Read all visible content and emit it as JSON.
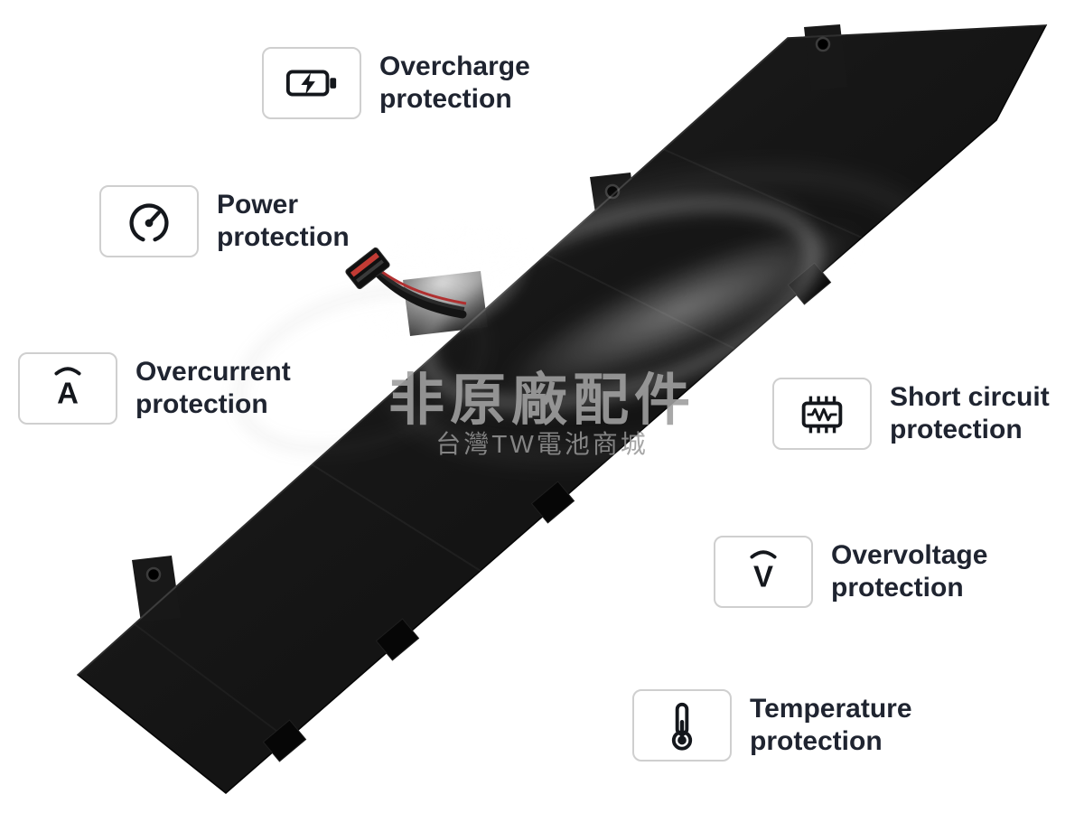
{
  "watermark": {
    "title": "非原廠配件",
    "subtitle": "台灣TW電池商城"
  },
  "features": [
    {
      "name": "overcharge-protection",
      "icon": "battery-lightning-icon",
      "line1": "Overcharge",
      "line2": "protection"
    },
    {
      "name": "power-protection",
      "icon": "power-gauge-icon",
      "line1": "Power",
      "line2": "protection"
    },
    {
      "name": "overcurrent-protection",
      "icon": "ampere-icon",
      "line1": "Overcurrent",
      "line2": "protection"
    },
    {
      "name": "short-circuit-protection",
      "icon": "circuit-chip-icon",
      "line1": "Short circuit",
      "line2": "protection"
    },
    {
      "name": "overvoltage-protection",
      "icon": "voltage-icon",
      "line1": "Overvoltage",
      "line2": "protection"
    },
    {
      "name": "temperature-protection",
      "icon": "thermometer-icon",
      "line1": "Temperature",
      "line2": "protection"
    }
  ],
  "colors": {
    "text": "#1f2430",
    "callout_border": "#cfcfcf",
    "battery": "#141414",
    "watermark": "#9e9e9e",
    "wire_red": "#b03030"
  }
}
